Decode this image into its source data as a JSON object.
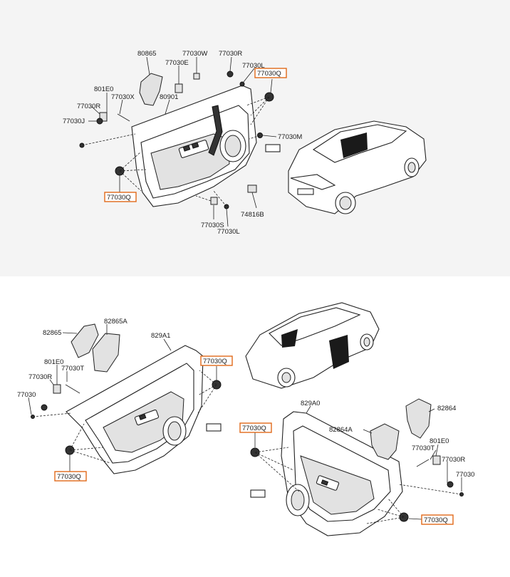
{
  "top": {
    "labels": {
      "l80865": "80865",
      "l77030W": "77030W",
      "l77030R": "77030R",
      "l77030E": "77030E",
      "l77030L_a": "77030L",
      "l801E0": "801E0",
      "l77030X": "77030X",
      "l80901": "80901",
      "l77030R_b": "77030R",
      "l77030J": "77030J",
      "l77030M": "77030M",
      "l74816B": "74816B",
      "l77030S": "77030S",
      "l77030L_b": "77030L"
    },
    "highlighted": {
      "h1": "77030Q",
      "h2": "77030Q"
    }
  },
  "bottom": {
    "labels": {
      "l82865": "82865",
      "l82865A": "82865A",
      "l829A1": "829A1",
      "l801E0_l": "801E0",
      "l77030R_l": "77030R",
      "l77030T_l": "77030T",
      "l77030_l": "77030",
      "l829A0": "829A0",
      "l82864": "82864",
      "l82864A": "82864A",
      "l801E0_r": "801E0",
      "l77030T_r": "77030T",
      "l77030R_r": "77030R",
      "l77030_r": "77030"
    },
    "highlighted": {
      "h1": "77030Q",
      "h2": "77030Q",
      "h3": "77030Q",
      "h4": "77030Q"
    }
  },
  "colors": {
    "highlight_border": "#e06a1a",
    "top_background": "#f4f4f4"
  }
}
